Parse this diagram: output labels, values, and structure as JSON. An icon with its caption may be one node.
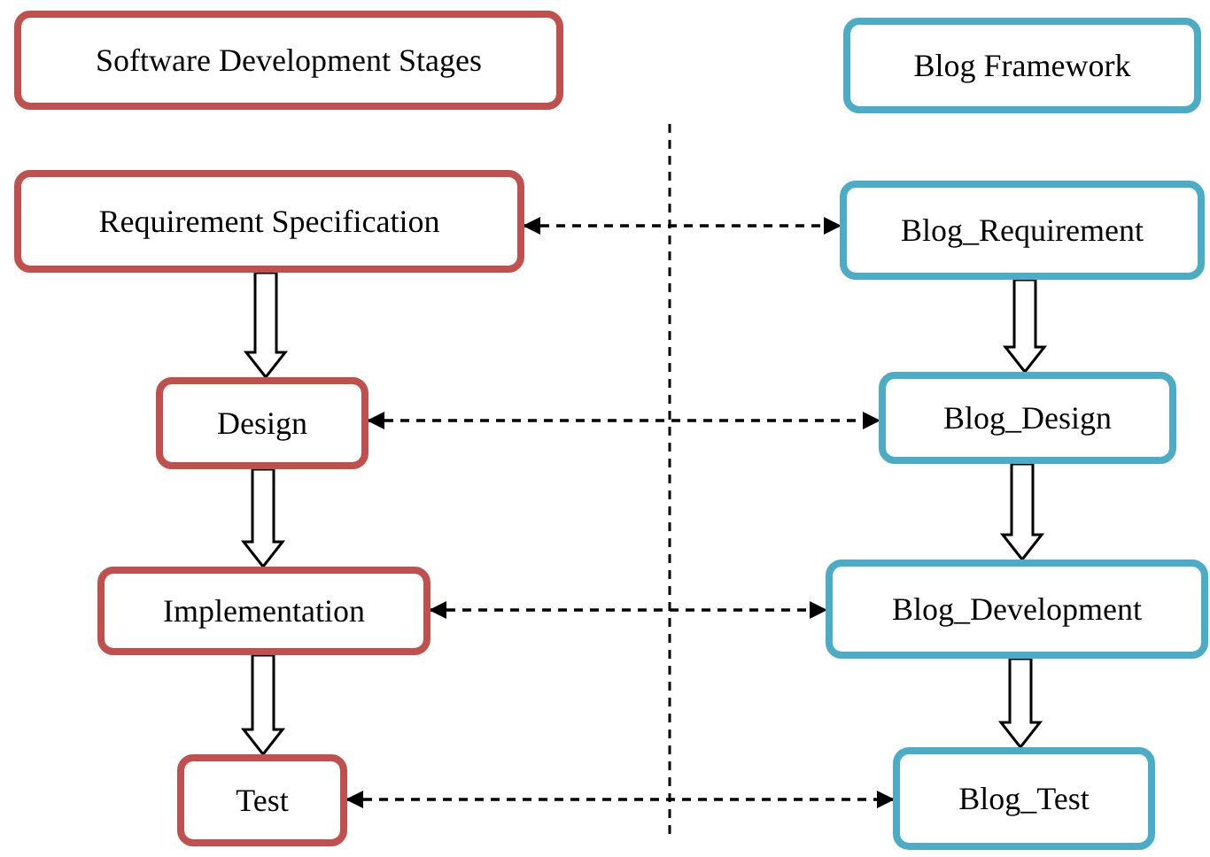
{
  "diagram": {
    "nodes": [
      {
        "text": [
          "Software Development Stages"
        ]
      },
      {
        "text": [
          "Blog Framework"
        ]
      },
      {
        "text": [
          "Requirement Specification"
        ]
      },
      {
        "text": [
          "Blog_Requirement"
        ]
      },
      {
        "text": [
          "Design"
        ]
      },
      {
        "text": [
          "Blog_Design"
        ]
      },
      {
        "text": [
          "Implementation"
        ]
      },
      {
        "text": [
          "Blog_Development"
        ]
      },
      {
        "text": [
          "Test"
        ]
      },
      {
        "text": [
          "Blog_Test"
        ]
      }
    ],
    "edges": [
      {
        "from": 2,
        "to": 3,
        "arrow": "both",
        "style": "dashed"
      },
      {
        "from": 2,
        "to": 4,
        "arrow": "to"
      },
      {
        "from": 3,
        "to": 5,
        "arrow": "to"
      },
      {
        "from": 4,
        "to": 5,
        "arrow": "both",
        "style": "dashed"
      },
      {
        "from": 4,
        "to": 6,
        "arrow": "to"
      },
      {
        "from": 5,
        "to": 7,
        "arrow": "to"
      },
      {
        "from": 6,
        "to": 7,
        "arrow": "both",
        "style": "dashed"
      },
      {
        "from": 6,
        "to": 8,
        "arrow": "to"
      },
      {
        "from": 7,
        "to": 9,
        "arrow": "to"
      },
      {
        "from": 8,
        "to": 9,
        "arrow": "both",
        "style": "dashed"
      }
    ]
  }
}
